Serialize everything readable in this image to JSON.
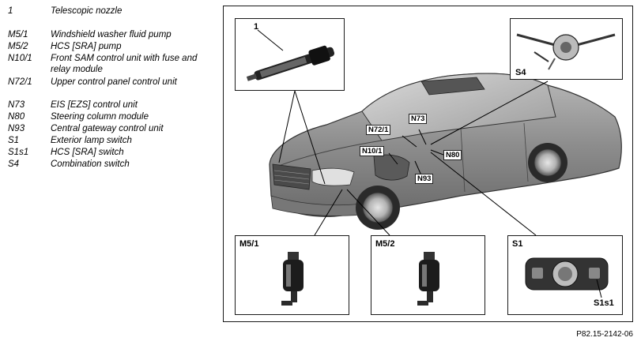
{
  "legend": [
    {
      "code": "1",
      "description": "Telescopic nozzle"
    },
    {
      "code": "M5/1",
      "description": "Windshield washer fluid pump"
    },
    {
      "code": "M5/2",
      "description": "HCS [SRA] pump"
    },
    {
      "code": "N10/1",
      "description": "Front SAM control unit with fuse and relay module"
    },
    {
      "code": "N72/1",
      "description": "Upper control panel control unit"
    },
    {
      "code": "N73",
      "description": "EIS [EZS] control unit"
    },
    {
      "code": "N80",
      "description": "Steering column module"
    },
    {
      "code": "N93",
      "description": "Central gateway control unit"
    },
    {
      "code": "S1",
      "description": "Exterior lamp switch"
    },
    {
      "code": "S1s1",
      "description": "HCS [SRA] switch"
    },
    {
      "code": "S4",
      "description": "Combination switch"
    }
  ],
  "figure": {
    "inset_labels": {
      "nozzle": "1",
      "combination_switch": "S4",
      "washer_pump": "M5/1",
      "hcs_pump": "M5/2",
      "lamp_switch": "S1",
      "hcs_switch": "S1s1"
    },
    "callouts": {
      "n72_1": "N72/1",
      "n73": "N73",
      "n10_1": "N10/1",
      "n80": "N80",
      "n93": "N93"
    },
    "figure_id": "P82.15-2142-06"
  }
}
